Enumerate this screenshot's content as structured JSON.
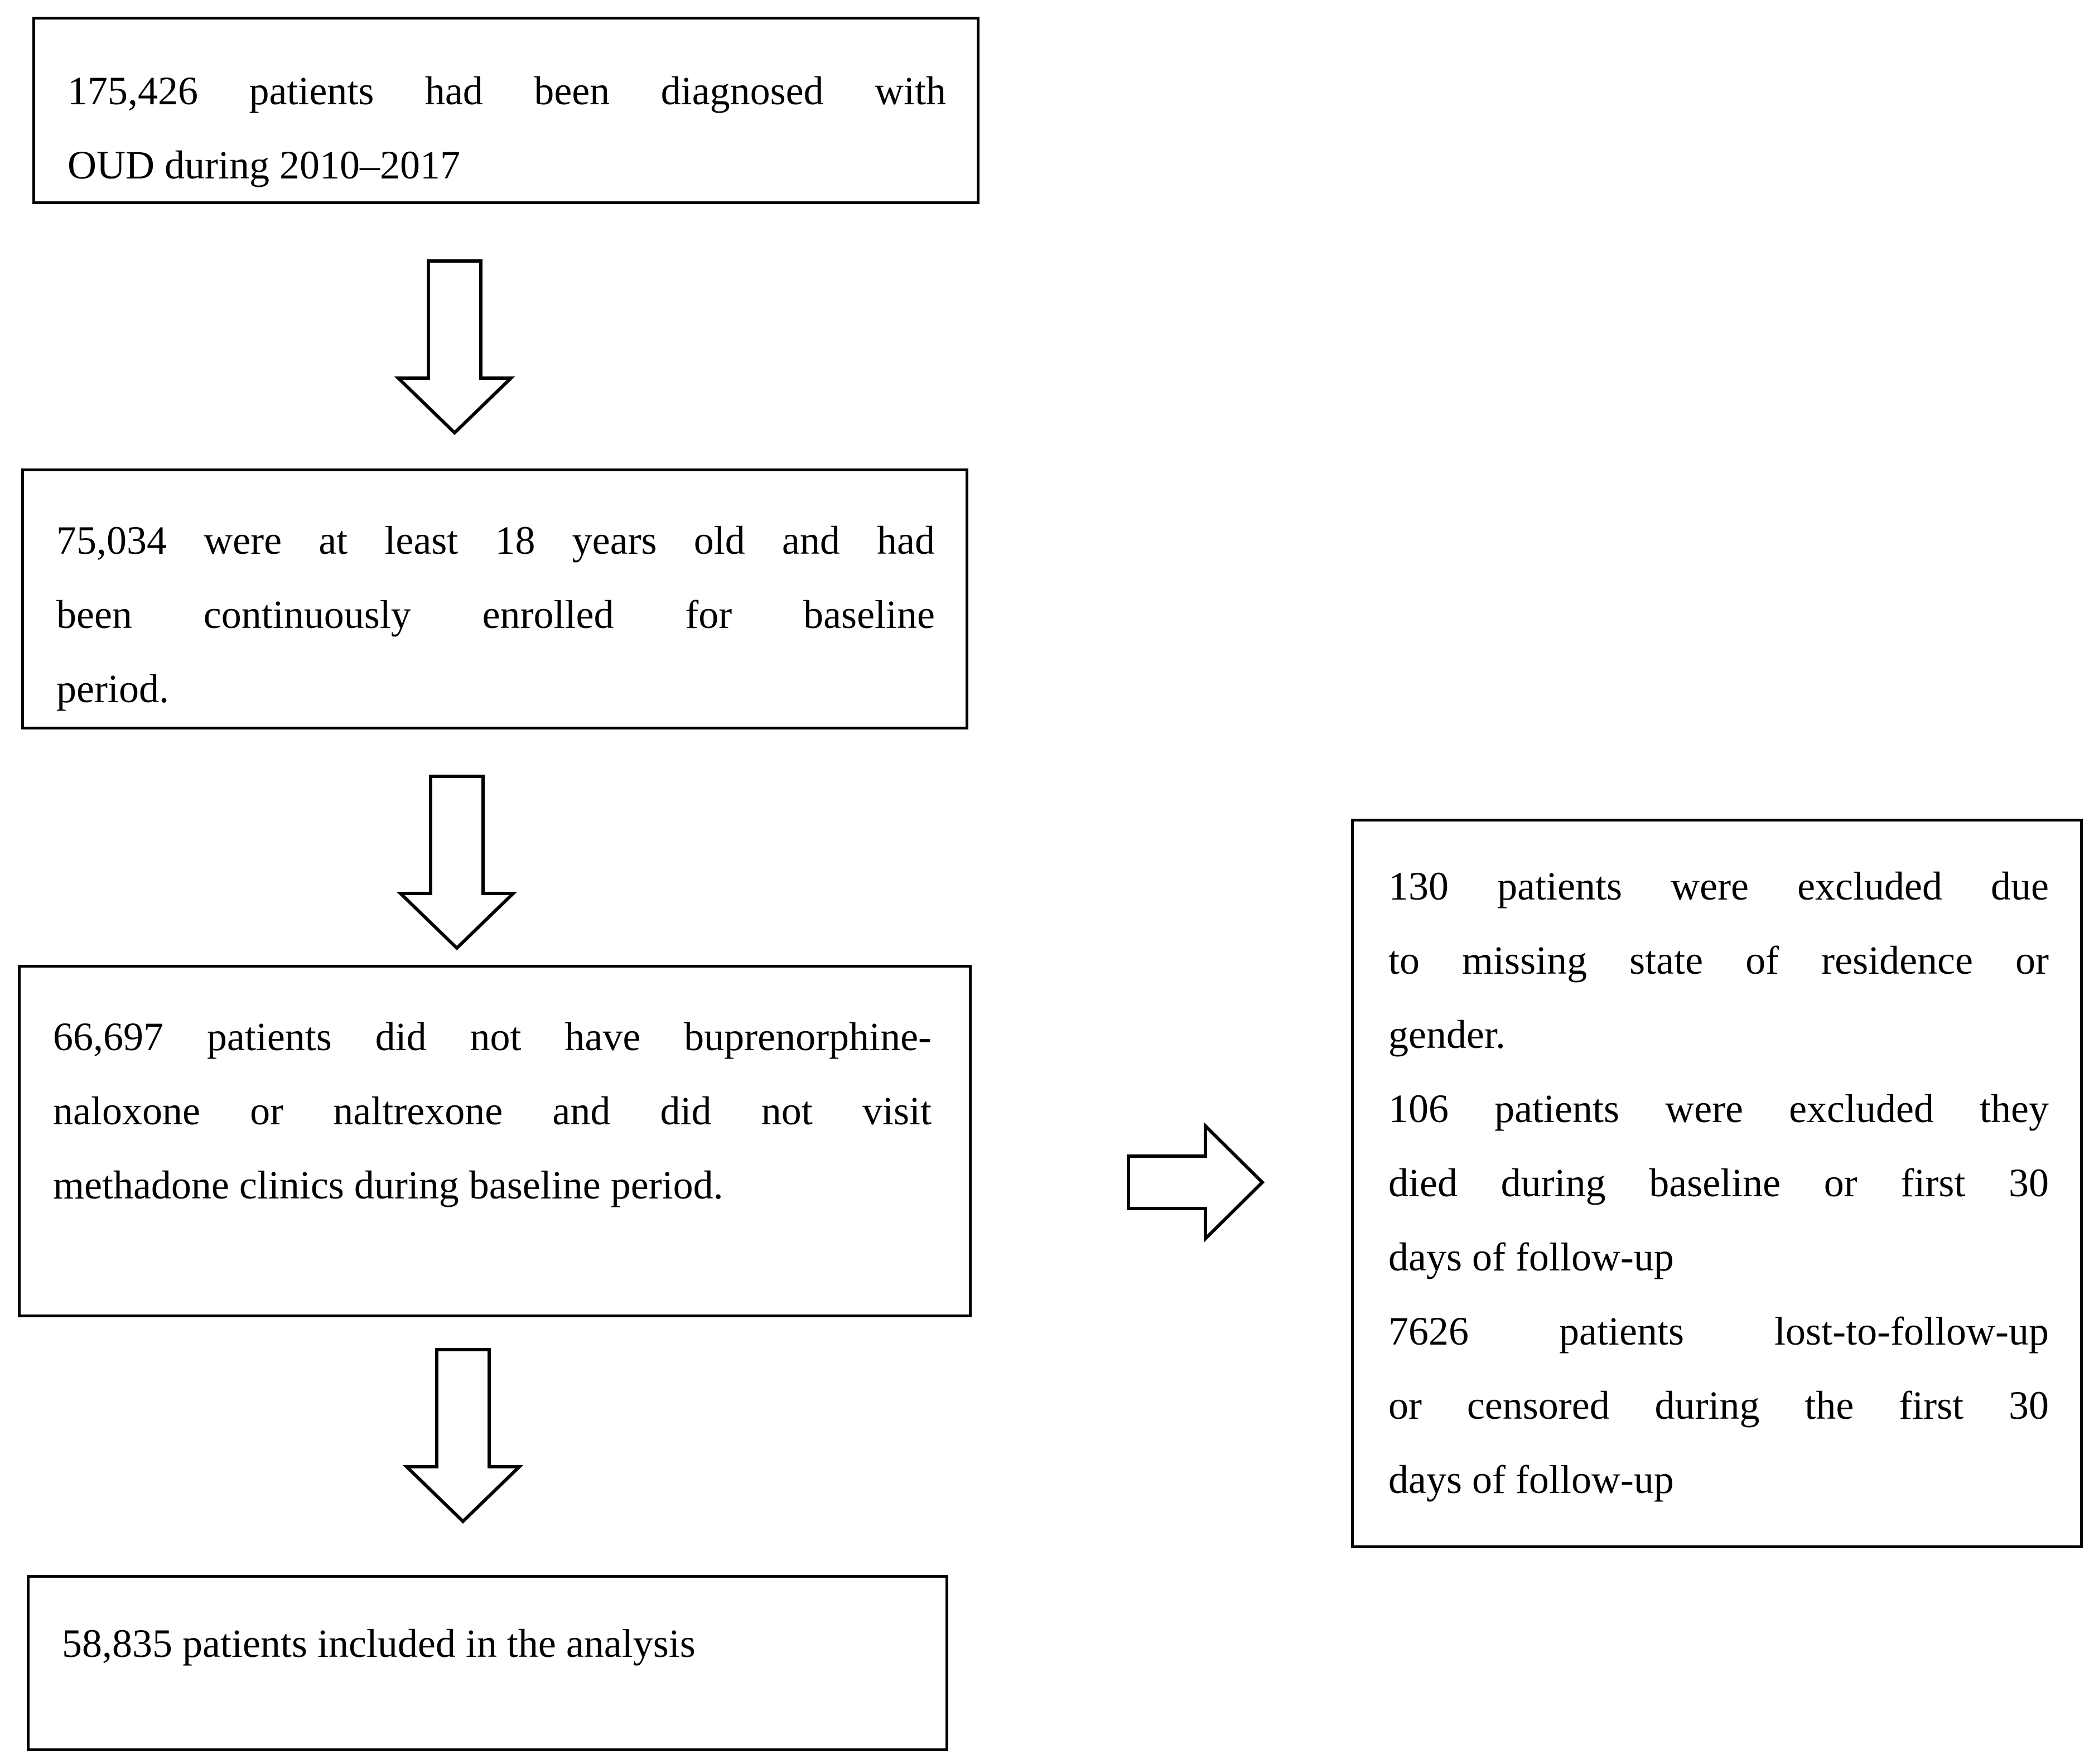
{
  "flow": {
    "step1": {
      "lines": [
        "175,426 patients had been diagnosed with",
        "OUD during 2010–2017"
      ]
    },
    "step2": {
      "lines": [
        "75,034 were at least 18 years old and had",
        "been continuously enrolled for baseline",
        "period."
      ]
    },
    "step3": {
      "lines": [
        "66,697 patients did not have buprenorphine-",
        "naloxone or naltrexone and did not visit",
        "methadone clinics during baseline period."
      ]
    },
    "step4": {
      "lines": [
        "58,835 patients included in the analysis"
      ]
    },
    "exclusions": {
      "lines": [
        "130 patients were excluded due",
        "to missing state of residence or",
        "gender.",
        "106 patients were excluded they",
        "died during baseline or first 30",
        "days of follow-up",
        "7626 patients lost-to-follow-up",
        "or censored during the first 30",
        "days of follow-up"
      ]
    }
  },
  "arrows": {
    "down": "down-arrow-icon",
    "right": "right-arrow-icon"
  }
}
